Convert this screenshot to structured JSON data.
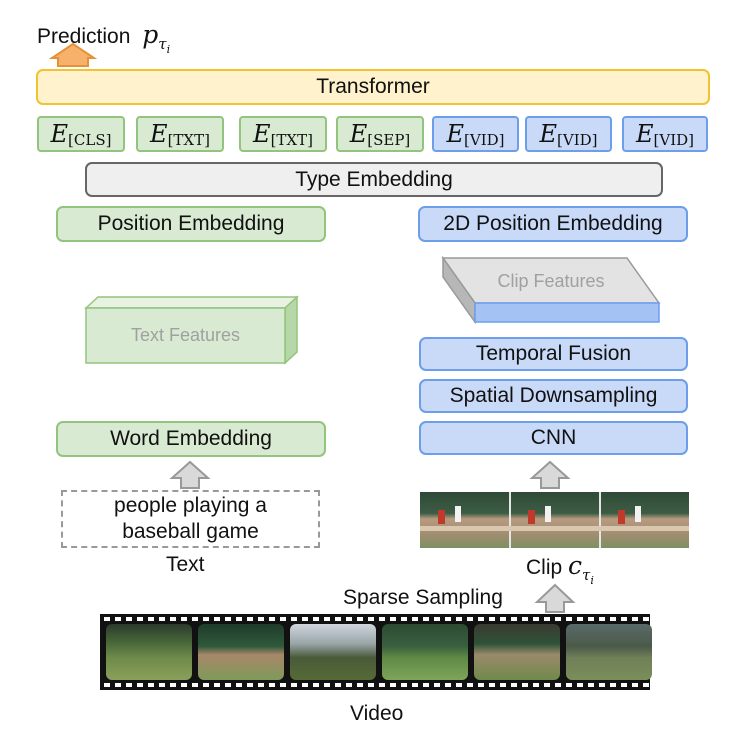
{
  "prediction": {
    "label": "Prediction",
    "symbol": "p",
    "subscript": "τ",
    "sub_sub": "i"
  },
  "transformer": "Transformer",
  "tokens": [
    {
      "sym": "E",
      "sub": "[CLS]",
      "modality": "text"
    },
    {
      "sym": "E",
      "sub": "[TXT]",
      "modality": "text"
    },
    {
      "sym": "E",
      "sub": "[TXT]",
      "modality": "text"
    },
    {
      "sym": "E",
      "sub": "[SEP]",
      "modality": "text"
    },
    {
      "sym": "E",
      "sub": "[VID]",
      "modality": "video"
    },
    {
      "sym": "E",
      "sub": "[VID]",
      "modality": "video"
    },
    {
      "sym": "E",
      "sub": "[VID]",
      "modality": "video"
    }
  ],
  "type_embedding": "Type Embedding",
  "text_branch": {
    "position_embedding": "Position Embedding",
    "features": "Text Features",
    "word_embedding": "Word Embedding",
    "input_text": [
      "people playing a",
      "baseball game"
    ],
    "caption": "Text"
  },
  "video_branch": {
    "position_embedding": "2D Position Embedding",
    "features": "Clip Features",
    "temporal_fusion": "Temporal Fusion",
    "spatial_downsampling": "Spatial Downsampling",
    "cnn": "CNN",
    "clip_label": "Clip",
    "clip_symbol": "c",
    "clip_subscript": "τ",
    "clip_sub_sub": "i"
  },
  "sparse_sampling": "Sparse Sampling",
  "video_caption": "Video",
  "colors": {
    "text_fill": "#d9ead3",
    "text_border": "#93c47d",
    "video_fill": "#c9daf8",
    "video_border": "#6d9eeb",
    "transformer_fill": "#fff2cc",
    "transformer_border": "#f1c232",
    "arrow_orange": "#f6b26b",
    "arrow_gray": "#d9d9d9"
  }
}
